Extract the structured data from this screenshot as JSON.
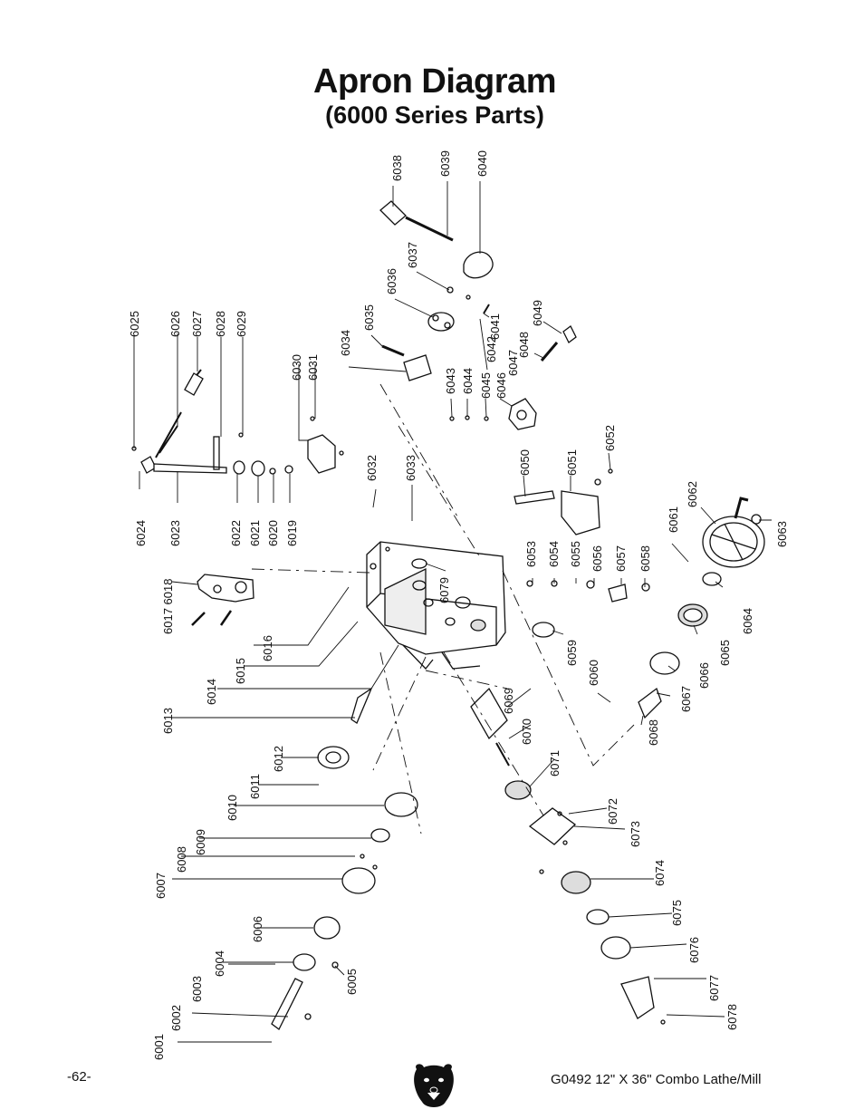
{
  "page": {
    "title": "Apron Diagram",
    "subtitle": "(6000 Series Parts)",
    "page_number": "-62-",
    "model": "G0492 12\" X 36\" Combo Lathe/Mill"
  },
  "part_labels": [
    "6001",
    "6002",
    "6003",
    "6004",
    "6005",
    "6006",
    "6007",
    "6008",
    "6009",
    "6010",
    "6011",
    "6012",
    "6013",
    "6014",
    "6015",
    "6016",
    "6017 6018",
    "6019",
    "6020",
    "6021",
    "6022",
    "6023",
    "6024",
    "6025",
    "6026",
    "6027",
    "6028",
    "6029",
    "6030",
    "6031",
    "6032",
    "6033",
    "6034",
    "6035",
    "6036",
    "6037",
    "6038",
    "6039",
    "6040",
    "6041",
    "6042",
    "6043",
    "6044",
    "6045",
    "6046",
    "6047",
    "6048",
    "6049",
    "6050",
    "6051",
    "6052",
    "6053",
    "6054",
    "6055",
    "6056",
    "6057",
    "6058",
    "6059",
    "6060",
    "6061",
    "6062",
    "6063",
    "6064",
    "6065",
    "6066",
    "6067",
    "6068",
    "6069",
    "6070",
    "6071",
    "6072",
    "6073",
    "6074",
    "6075",
    "6076",
    "6077",
    "6078",
    "6079"
  ]
}
